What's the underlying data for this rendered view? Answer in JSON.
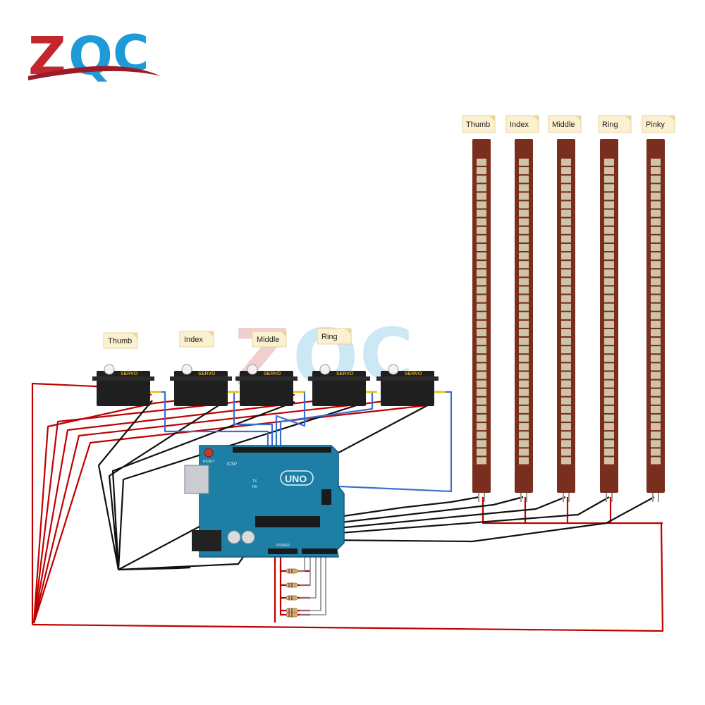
{
  "logo": {
    "text": "ZQC",
    "letters": [
      "Z",
      "Q",
      "C"
    ],
    "color_primary": "#c1272d",
    "color_secondary": "#1e9ad6"
  },
  "servo_labels": [
    "Thumb",
    "Index",
    "Middle",
    "Ring"
  ],
  "servo_brand": "SERVO",
  "flex_sensor_labels": [
    "Thumb",
    "Index",
    "Middle",
    "Ring",
    "Pinky"
  ],
  "board": {
    "logo": "UNO",
    "reset_label": "RESET",
    "icsp_label": "ICSP",
    "tx_label": "TX",
    "rx_label": "RX",
    "power_label": "POWER",
    "color": "#1e7fa6"
  },
  "wire_colors": {
    "power": "#c00000",
    "ground": "#111111",
    "signal": "#3a6fd0",
    "analog": "#8a8a8a"
  },
  "sensor_colors": {
    "body": "#7a2e1e",
    "segment": "#cfc4a8"
  }
}
